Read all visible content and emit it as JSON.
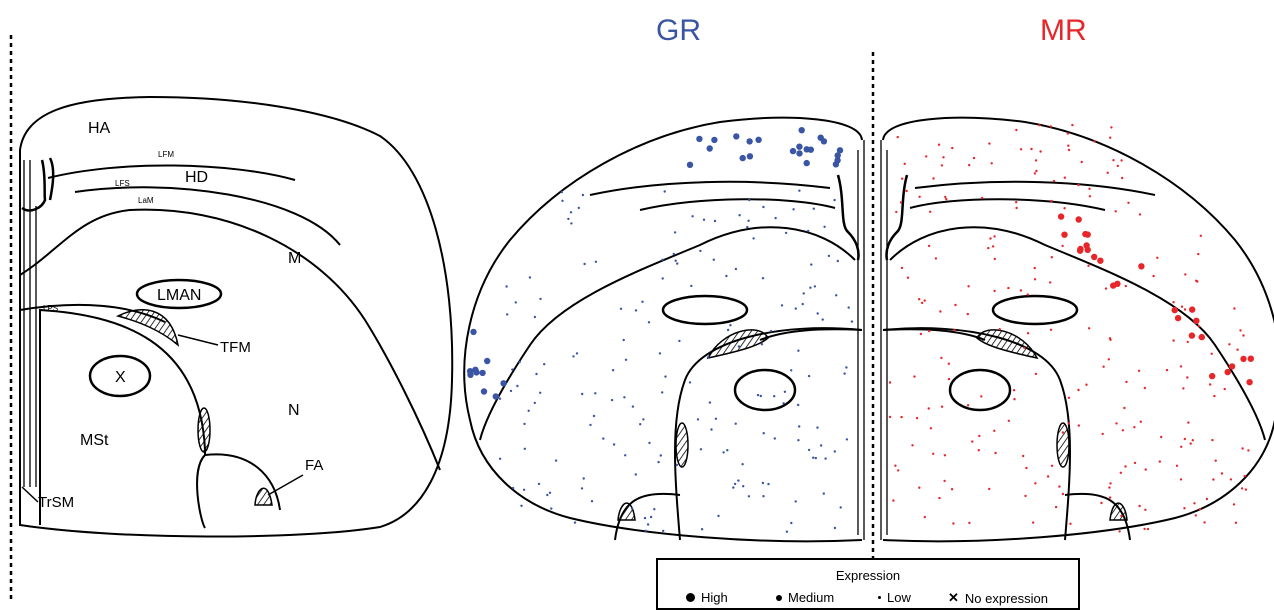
{
  "titles": {
    "gr": "GR",
    "mr": "MR"
  },
  "colors": {
    "gr": "#3a55a4",
    "mr": "#e8262a",
    "outline": "#000000"
  },
  "labels": {
    "ha": "HA",
    "lfm": "LFM",
    "lfs": "LFS",
    "hd": "HD",
    "lam": "LaM",
    "m": "M",
    "lman": "LMAN",
    "lps": "LPS",
    "tfm": "TFM",
    "x": "X",
    "n": "N",
    "mst": "MSt",
    "fa": "FA",
    "trsm": "TrSM"
  },
  "legend": {
    "title": "Expression",
    "high": "High",
    "medium": "Medium",
    "low": "Low",
    "none": "No expression"
  }
}
